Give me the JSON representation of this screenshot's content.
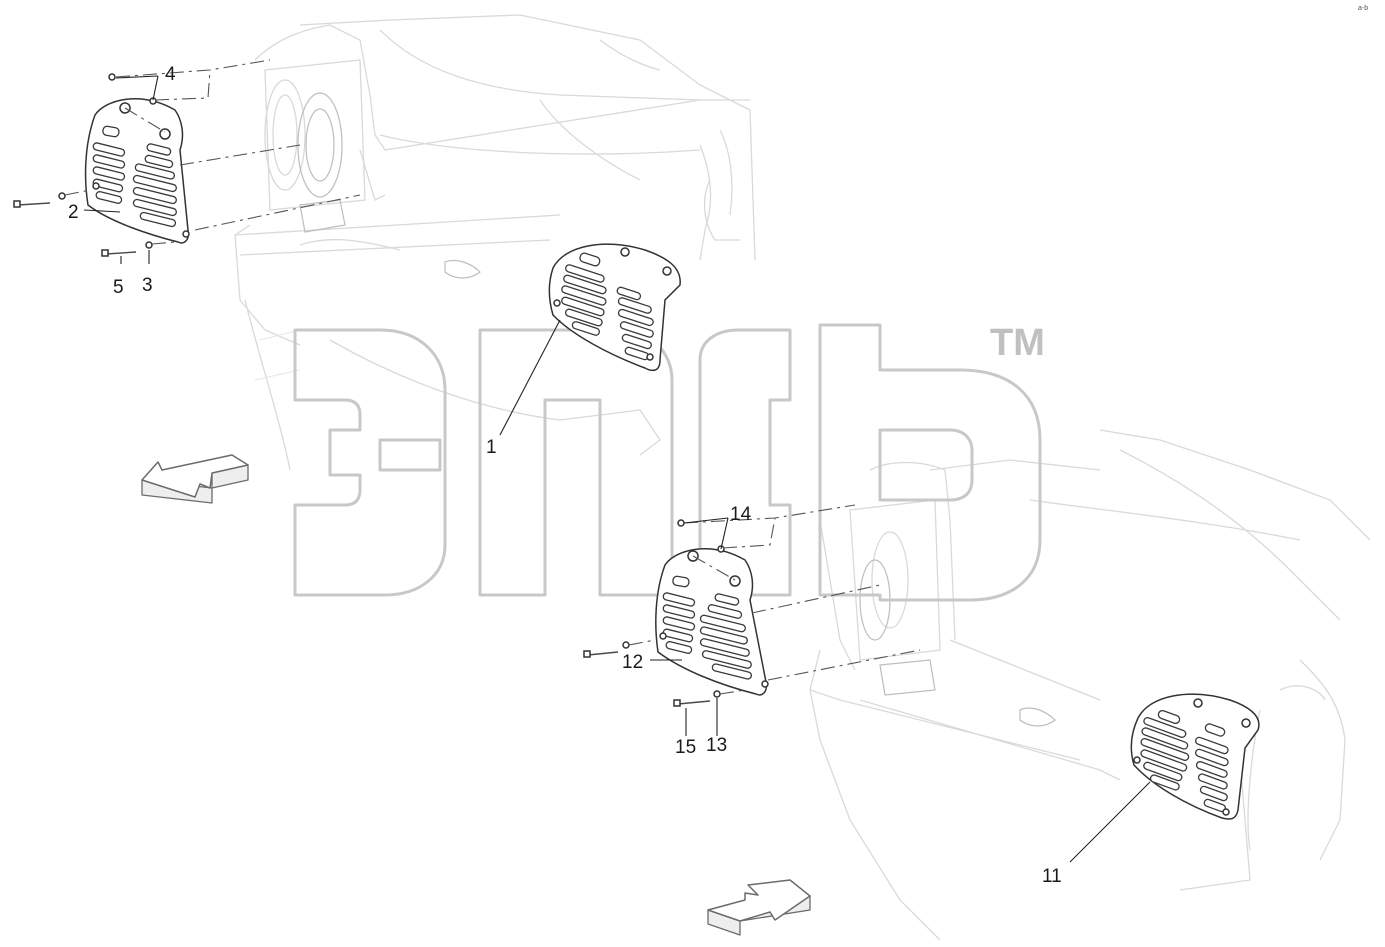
{
  "diagram": {
    "callouts": [
      "1",
      "2",
      "3",
      "4",
      "5",
      "11",
      "12",
      "13",
      "14",
      "15"
    ],
    "watermark": {
      "text": "элф",
      "trademark": "TM"
    },
    "corner_mark": "a-b"
  }
}
